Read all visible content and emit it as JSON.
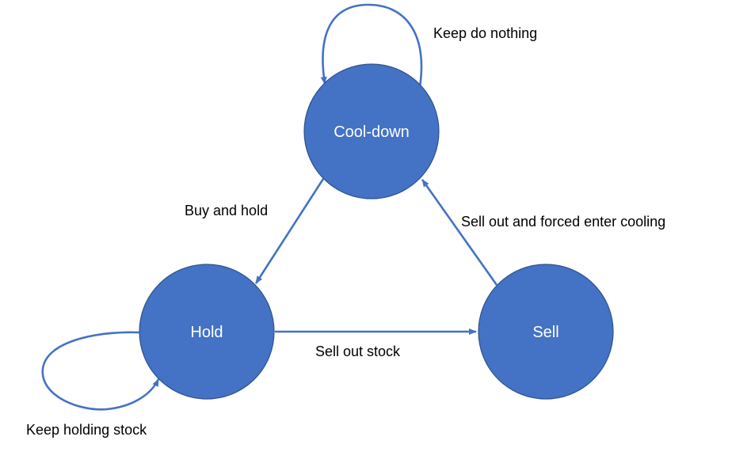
{
  "colors": {
    "node_fill": "#4472c4",
    "node_border": "#2f528f",
    "edge": "#4472c4",
    "node_text": "#ffffff",
    "edge_text": "#000000"
  },
  "states": {
    "cooldown": "Cool-down",
    "hold": "Hold",
    "sell": "Sell"
  },
  "transitions": {
    "cooldown_self": "Keep do nothing",
    "cooldown_to_hold": "Buy and hold",
    "hold_self": "Keep holding stock",
    "hold_to_sell": "Sell out stock",
    "sell_to_cooldown": "Sell out and forced enter cooling"
  }
}
